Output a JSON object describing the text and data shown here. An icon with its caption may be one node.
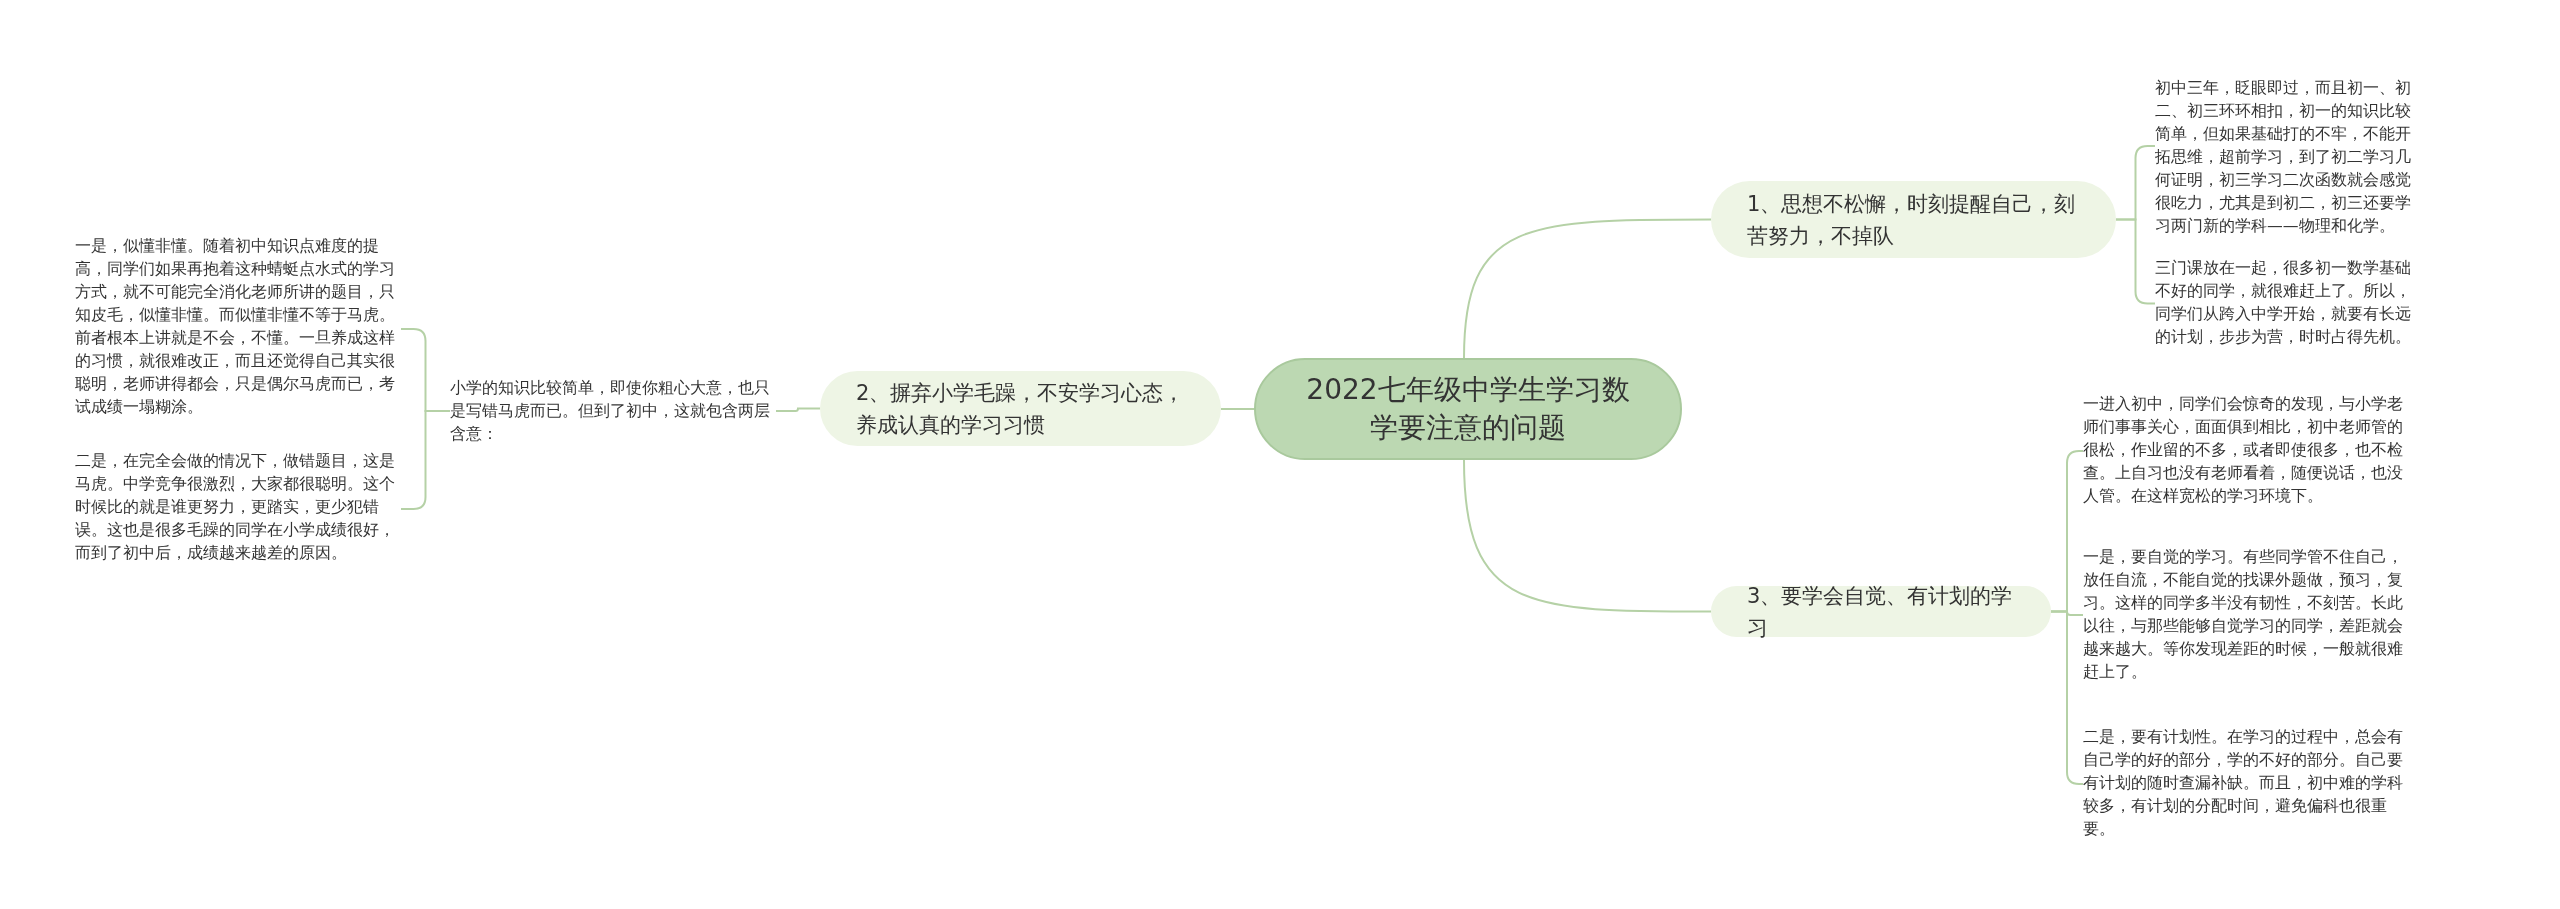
{
  "diagram": {
    "nodes": [
      {
        "text": [
          "2022七年级中学生学习数学要注意的问题"
        ]
      },
      {
        "text": [
          "1、思想不松懈，时刻提醒自己，刻苦努力，不掉队"
        ]
      },
      {
        "text": [
          "初中三年，眨眼即过，而且初一、初二、初三环环相扣，初一的知识比较简单，但如果基础打的不牢，不能开拓思维，超前学习，到了初二学习几何证明，初三学习二次函数就会感觉很吃力，尤其是到初二，初三还要学习两门新的学科——物理和化学。"
        ]
      },
      {
        "text": [
          "三门课放在一起，很多初一数学基础不好的同学，就很难赶上了。所以，同学们从跨入中学开始，就要有长远的计划，步步为营，时时占得先机。"
        ]
      },
      {
        "text": [
          "2、摒弃小学毛躁，不安学习心态，养成认真的学习习惯"
        ]
      },
      {
        "text": [
          "小学的知识比较简单，即使你粗心大意，也只是写错马虎而已。但到了初中，这就包含两层含意："
        ]
      },
      {
        "text": [
          "一是，似懂非懂。随着初中知识点难度的提高，同学们如果再抱着这种蜻蜓点水式的学习方式，就不可能完全消化老师所讲的题目，只知皮毛，似懂非懂。而似懂非懂不等于马虎。前者根本上讲就是不会，不懂。一旦养成这样的习惯，就很难改正，而且还觉得自己其实很聪明，老师讲得都会，只是偶尔马虎而已，考试成绩一塌糊涂。"
        ]
      },
      {
        "text": [
          "二是，在完全会做的情况下，做错题目，这是马虎。中学竞争很激烈，大家都很聪明。这个时候比的就是谁更努力，更踏实，更少犯错误。这也是很多毛躁的同学在小学成绩很好，而到了初中后，成绩越来越差的原因。"
        ]
      },
      {
        "text": [
          "3、要学会自觉、有计划的学习"
        ]
      },
      {
        "text": [
          "一进入初中，同学们会惊奇的发现，与小学老师们事事关心，面面俱到相比，初中老师管的很松，作业留的不多，或者即使很多，也不检查。上自习也没有老师看着，随便说话，也没人管。在这样宽松的学习环境下。"
        ]
      },
      {
        "text": [
          "一是，要自觉的学习。有些同学管不住自己，放任自流，不能自觉的找课外题做，预习，复习。这样的同学多半没有韧性，不刻苦。长此以往，与那些能够自觉学习的同学，差距就会越来越大。等你发现差距的时候，一般就很难赶上了。"
        ]
      },
      {
        "text": [
          "二是，要有计划性。在学习的过程中，总会有自己学的好的部分，学的不好的部分。自己要有计划的随时查漏补缺。而且，初中难的学科较多，有计划的分配时间，避免偏科也很重要。"
        ]
      }
    ],
    "edges": [
      {
        "from": 0,
        "to": 1,
        "arrow": "none"
      },
      {
        "from": 1,
        "to": 2,
        "arrow": "none"
      },
      {
        "from": 1,
        "to": 3,
        "arrow": "none"
      },
      {
        "from": 0,
        "to": 4,
        "arrow": "none"
      },
      {
        "from": 4,
        "to": 5,
        "arrow": "none"
      },
      {
        "from": 5,
        "to": 6,
        "arrow": "none"
      },
      {
        "from": 5,
        "to": 7,
        "arrow": "none"
      },
      {
        "from": 0,
        "to": 8,
        "arrow": "none"
      },
      {
        "from": 8,
        "to": 9,
        "arrow": "none"
      },
      {
        "from": 8,
        "to": 10,
        "arrow": "none"
      },
      {
        "from": 8,
        "to": 11,
        "arrow": "none"
      }
    ]
  }
}
